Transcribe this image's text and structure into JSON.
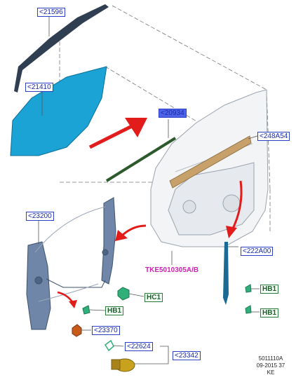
{
  "callouts": {
    "c21596": "<21596",
    "c21410": "<21410",
    "c20934": "<20934",
    "c248A54": "<248A54",
    "c23200": "<23200",
    "c222A00": "<222A00",
    "cHC1": "HC1",
    "cHB1_left": "HB1",
    "cHB1_right_top": "HB1",
    "cHB1_right_bottom": "HB1",
    "c23370": "<23370",
    "c22624": "<22624",
    "c23342": "<23342"
  },
  "part_number": "TKE5010305A/B",
  "doc_info": {
    "line1": "5011110A",
    "line2": "09-2015 37",
    "line3": "KE"
  },
  "colors": {
    "glass": "#1ba3d6",
    "arrow_red": "#e21b1b",
    "callout_blue": "#2b3fc7",
    "seal_brown": "#c7a06a",
    "seal_green": "#2d5a2d",
    "run_channel": "#1b6a94",
    "regulator": "#6f86a8",
    "clip_green": "#2fb07a",
    "part_orange": "#c65a1a",
    "part_yellow": "#c9a21d"
  }
}
